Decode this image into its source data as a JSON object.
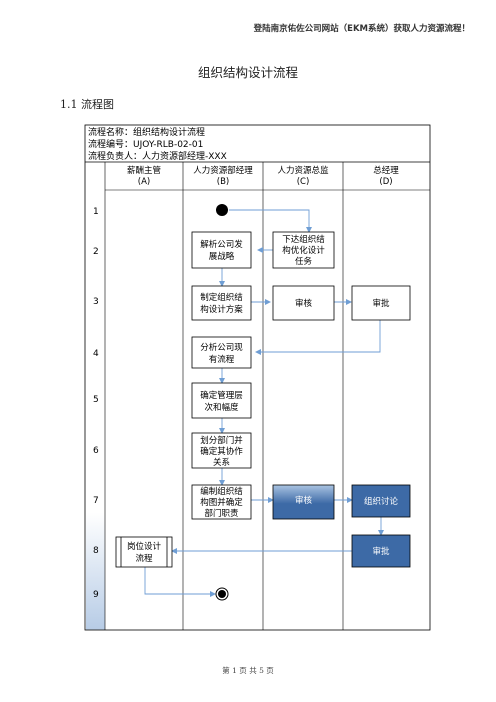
{
  "header": {
    "note": "登陆南京佑佐公司网站（EKM系统）获取人力资源流程！"
  },
  "doc": {
    "title": "组织结构设计流程",
    "section": "1.1 流程图",
    "footer": "第 1 页 共 5 页"
  },
  "flow": {
    "name": "流程名称：组织结构设计流程",
    "code": "流程编号：UJOY-RLB-02-01",
    "owner": "流程负责人：人力资源部经理-XXX",
    "columns": [
      {
        "line1": "薪酬主管",
        "line2": "(A)"
      },
      {
        "line1": "人力资源部经理",
        "line2": "(B)"
      },
      {
        "line1": "人力资源总监",
        "line2": "(C)"
      },
      {
        "line1": "总经理",
        "line2": "(D)"
      }
    ],
    "rows": [
      "1",
      "2",
      "3",
      "4",
      "5",
      "6",
      "7",
      "8",
      "9"
    ],
    "nodes": {
      "b2": [
        "解析公司发",
        "展战略"
      ],
      "c2": [
        "下达组织结",
        "构优化设计",
        "任务"
      ],
      "b3": [
        "制定组织结",
        "构设计方案"
      ],
      "c3": [
        "审核"
      ],
      "d3": [
        "审批"
      ],
      "b4": [
        "分析公司现",
        "有流程"
      ],
      "b5": [
        "确定管理层",
        "次和幅度"
      ],
      "b6": [
        "划分部门并",
        "确定其协作",
        "关系"
      ],
      "b7": [
        "编制组织结",
        "构图并确定",
        "部门职责"
      ],
      "c7": [
        "审核"
      ],
      "d7": [
        "组织讨论"
      ],
      "d8": [
        "审批"
      ],
      "a8": [
        "岗位设计",
        "流程"
      ]
    },
    "colors": {
      "highlight": "#3d6aa6",
      "arrow": "#6f9ed4",
      "border": "#000000",
      "gradient_top": "#aac4e2"
    }
  }
}
